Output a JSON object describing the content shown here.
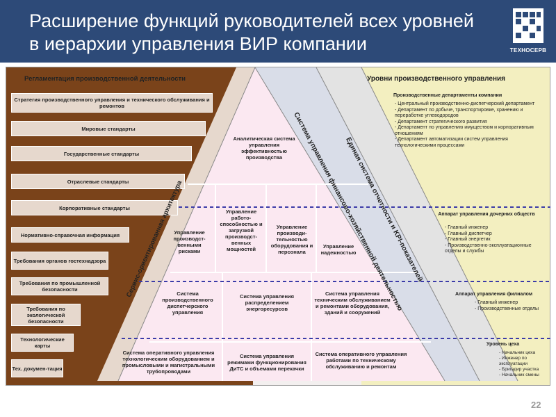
{
  "slide": {
    "title": "Расширение функций руководителей всех уровней в иерархии управления ВИР компании",
    "logo_text": "ТЕХНОСЕРВ",
    "page_number": "22"
  },
  "left_panel": {
    "title": "Регламентация производственной деятельности",
    "items": [
      "Стратегия производственного управления и технического обслуживания и ремонтов",
      "Мировые стандарты",
      "Государственные стандарты",
      "Отраслевые стандарты",
      "Корпоративные стандарты",
      "Нормативно-справочная информация",
      "Требования органов гостехнадзора",
      "Требования по промышленной безопасности",
      "Требования по экологической безопасности",
      "Технологические карты",
      "Тех. докумен-тация"
    ]
  },
  "diagonal_labels": {
    "soa": "Сервис-ориентированная архитектура",
    "fin": "Система управления финансово-хозяйственной деятельностью",
    "kpi": "Единая система отчетности и KPI-показателей"
  },
  "pyramid": {
    "top": "Аналитическая система управления эффективностью производства",
    "row2": [
      "Управление производст-венными рисками",
      "Управление работо-способностью и загрузкой производст-венных мощностей",
      "Управление производи-тельностью оборудования и персонала",
      "Управление надежностью"
    ],
    "row3": [
      "Система производственного диспетчерского управления",
      "Система управления распределением энергоресурсов",
      "Система управления техническим обслуживанием и ремонтами оборудования, зданий и сооружений"
    ],
    "row4": [
      "Система оперативного управления технологическим оборудованием и промысловыми и магистральными трубопроводами",
      "Система управления режимами функционирования ДиТС и объемами перекачки",
      "Система оперативного управления работами по техническому обслуживанию и ремонтам"
    ]
  },
  "right_panel": {
    "title": "Уровни производственного управления",
    "sections": [
      {
        "heading": "Производственные департаменты компании",
        "lines": [
          "- Центральный производственно-диспетчерский департамент",
          "- Департамент по добыче, транспортировке, хранению и переработке углеводородов",
          "- Департамент стратегического развития",
          "- Департамент по управлению имуществом и корпоративным отношениям",
          "- Департамент автоматизации систем управления технологическими процессами"
        ]
      },
      {
        "heading": "Аппарат управления дочерних обществ",
        "lines": [
          "- Главный инженер",
          "- Главный диспетчер",
          "- Главный энергетик",
          "- Производственно-эксплуатационные отделы и службы"
        ]
      },
      {
        "heading": "Аппарат управления филиалом",
        "lines": [
          "- Главный инженер",
          "- Производственные отделы"
        ]
      },
      {
        "heading": "Уровень цеха",
        "lines": [
          "- Начальник цеха",
          "- Инженер по эксплуатации",
          "- Бригадир участка",
          "- Начальник смены"
        ]
      }
    ]
  },
  "colors": {
    "header_bg": "#2d4a78",
    "left_panel": "#7a431a",
    "left_box": "#e6d8cd",
    "pyramid_fill": "#fbe8f1",
    "band_fill": "#d9dde8",
    "right_panel": "#f3efc0",
    "dash": "#3b3ba8"
  }
}
